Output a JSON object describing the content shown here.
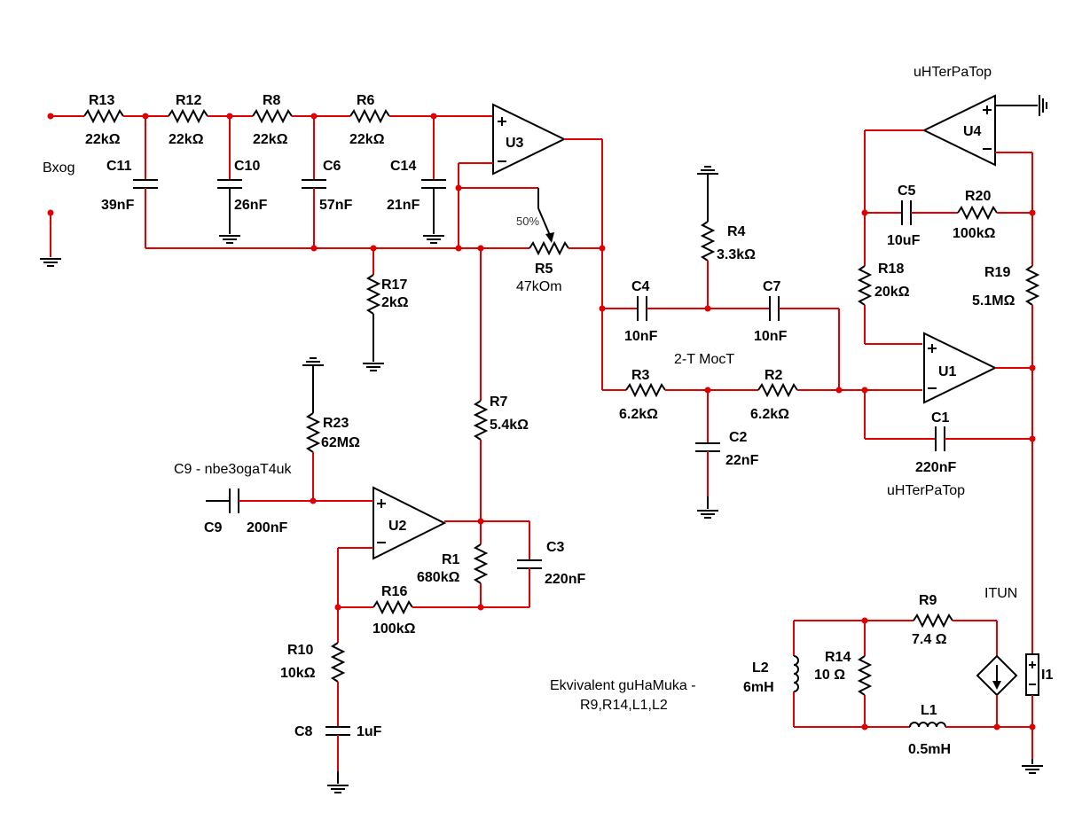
{
  "labels": {
    "r13_name": "R13",
    "r13_val": "22kΩ",
    "r12_name": "R12",
    "r12_val": "22kΩ",
    "r8_name": "R8",
    "r8_val": "22kΩ",
    "r6_name": "R6",
    "r6_val": "22kΩ",
    "c11_name": "C11",
    "c11_val": "39nF",
    "c10_name": "C10",
    "c10_val": "26nF",
    "c6_name": "C6",
    "c6_val": "57nF",
    "c14_name": "C14",
    "c14_val": "21nF",
    "input_label": "Bxog",
    "u3_name": "U3",
    "r5_pct": "50%",
    "r5_name": "R5",
    "r5_val": "47kOm",
    "r17_name": "R17",
    "r17_val": "2kΩ",
    "r4_name": "R4",
    "r4_val": "3.3kΩ",
    "c4_name": "C4",
    "c4_val": "10nF",
    "c7_name": "C7",
    "c7_val": "10nF",
    "tbridge_label": "2-T MocT",
    "r3_name": "R3",
    "r3_val": "6.2kΩ",
    "r2_name": "R2",
    "r2_val": "6.2kΩ",
    "c2_name": "C2",
    "c2_val": "22nF",
    "integrator_top_label": "uHTerPaTop",
    "u4_name": "U4",
    "c5_name": "C5",
    "c5_val": "10uF",
    "r20_name": "R20",
    "r20_val": "100kΩ",
    "r18_name": "R18",
    "r18_val": "20kΩ",
    "r19_name": "R19",
    "r19_val": "5.1MΩ",
    "u1_name": "U1",
    "c1_name": "C1",
    "c1_val": "220nF",
    "integrator_bottom_label": "uHTerPaTop",
    "r7_name": "R7",
    "r7_val": "5.4kΩ",
    "r23_name": "R23",
    "r23_val": "62MΩ",
    "c9_note": "C9 - nbe3ogaT4uk",
    "c9_name": "C9",
    "c9_val": "200nF",
    "u2_name": "U2",
    "c3_name": "C3",
    "c3_val": "220nF",
    "r1_name": "R1",
    "r1_val": "680kΩ",
    "r16_name": "R16",
    "r16_val": "100kΩ",
    "r10_name": "R10",
    "r10_val": "10kΩ",
    "c8_name": "C8",
    "c8_val": "1uF",
    "itun_label": "ITUN",
    "r9_name": "R9",
    "r9_val": "7.4 Ω",
    "r14_name": "R14",
    "r14_val": "10 Ω",
    "l2_name": "L2",
    "l2_val": "6mH",
    "i1_name": "I1",
    "l1_name": "L1",
    "l1_val": "0.5mH",
    "equiv_line1": "Ekvivalent guHaMuka -",
    "equiv_line2": "R9,R14,L1,L2"
  }
}
